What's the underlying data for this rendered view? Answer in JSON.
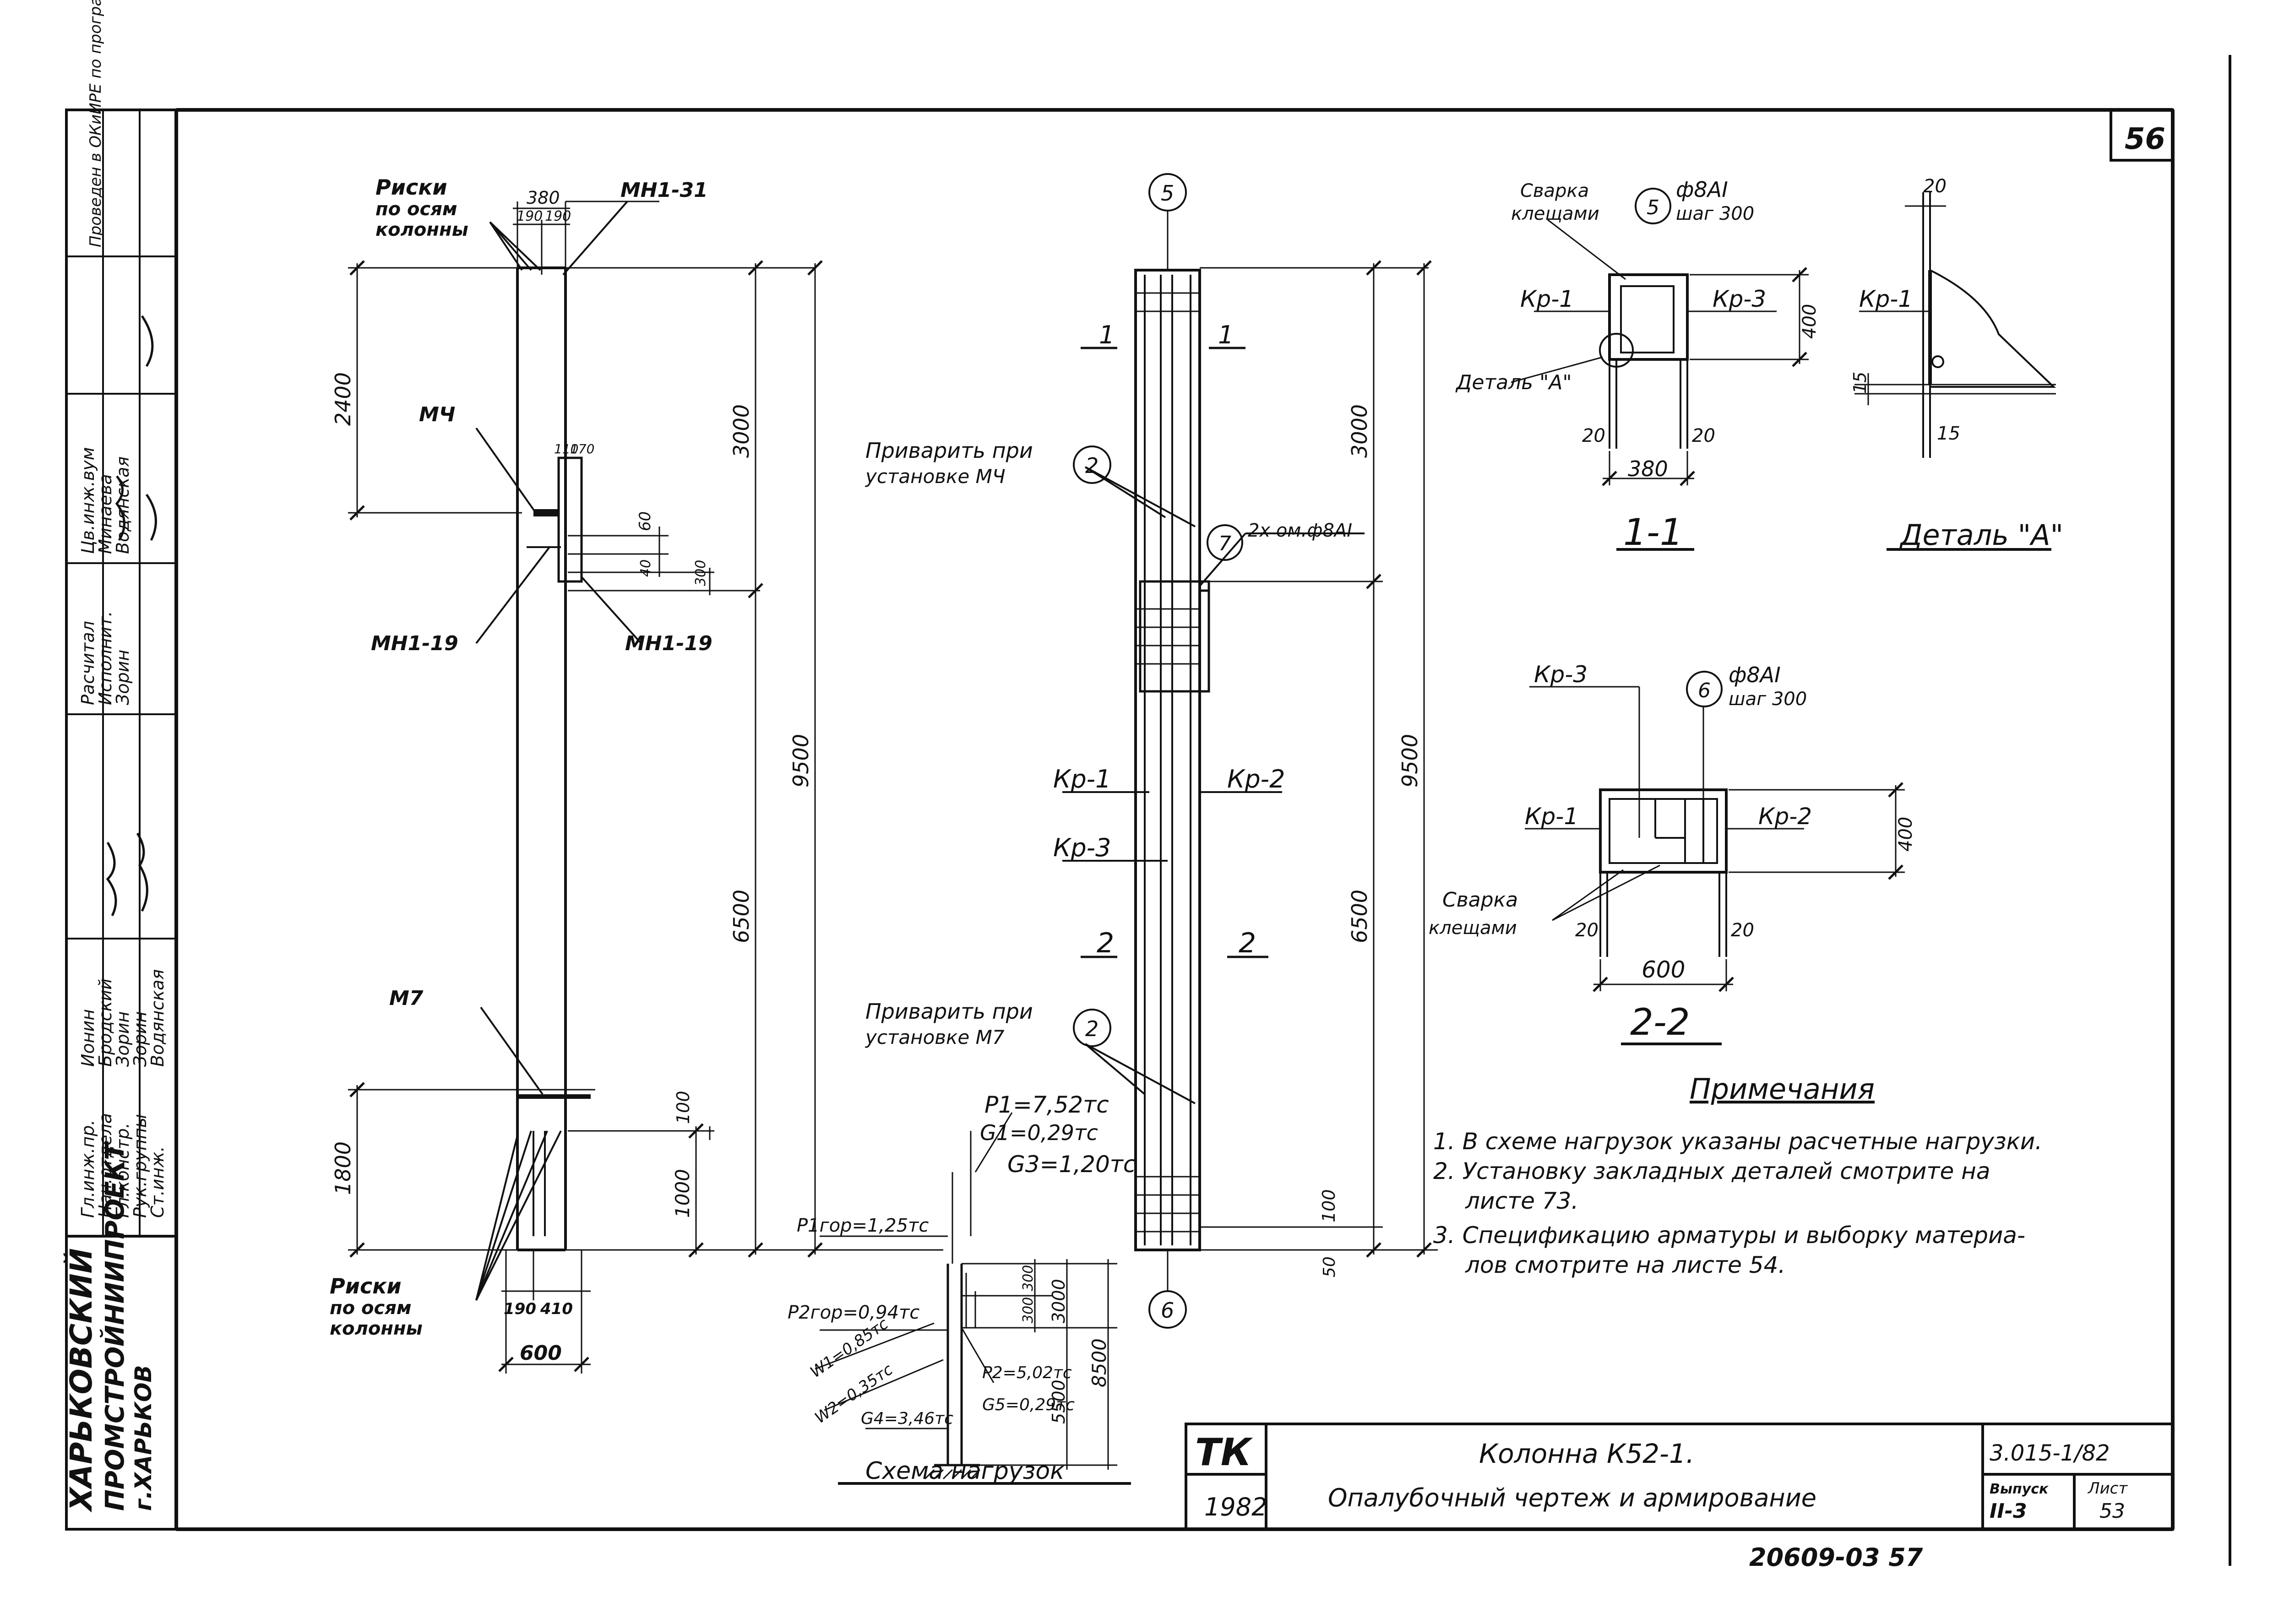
{
  "sheet": {
    "page_number": "56",
    "sheet_no": "53",
    "issue": "II-3",
    "designation": "3.015-1/82",
    "title_line1": "Колонна К52-1.",
    "title_line2": "Опалубочный чертеж и армирование",
    "org_mark": "ТК",
    "year": "1982",
    "archive_no": "20609-03  57",
    "vypusk_label": "Выпуск",
    "list_label": "Лист"
  },
  "side_stamp": {
    "org_line1": "ХАРЬКОВСКИЙ",
    "org_line2": "ПРОМСТРОЙНИИПРОЕКТ",
    "org_line3": "г.ХАРЬКОВ",
    "roles": [
      "Гл.инж.пр.",
      "Нач.отдела",
      "Гл.констр.",
      "Рук.группы",
      "Ст.инж."
    ],
    "names": [
      "Ионин",
      "Бродский",
      "Зорин",
      "Зорин",
      "Водянская"
    ],
    "roles2": [
      "Расчитал",
      "Исполнит."
    ],
    "names2": [
      "Зорин"
    ],
    "roles3": [
      "Цв.инж.вум"
    ],
    "names3": [
      "Минаева",
      "Водянская"
    ],
    "note": "Проведен в ОКиИРЕ по программе ИВС"
  },
  "formwork": {
    "risks_top": "Риски",
    "risks_top_sub1": "по осям",
    "risks_top_sub2": "колонны",
    "mn_top": "МН1-31",
    "mch": "МЧ",
    "mn_left": "МН1-19",
    "mn_right": "МН1-19",
    "m7": "М7",
    "risks_bot": "Риски",
    "risks_bot_sub1": "по осям",
    "risks_bot_sub2": "колонны",
    "dim_380": "380",
    "dim_190a": "190",
    "dim_190b": "190",
    "dim_2400": "2400",
    "dim_3000": "3000",
    "dim_9500": "9500",
    "dim_6500": "6500",
    "dim_1800": "1800",
    "dim_1000": "1000",
    "dim_100": "100",
    "dim_190c": "190",
    "dim_410": "410",
    "dim_600": "600",
    "dim_110": "110",
    "dim_170": "170",
    "dim_60": "60",
    "dim_40": "40",
    "dim_300": "300"
  },
  "reinforcement": {
    "pos5": "5",
    "pos6": "6",
    "pos7": "7",
    "pos2a": "2",
    "pos2b": "2",
    "cut1_left": "1",
    "cut1_right": "1",
    "cut2_left": "2",
    "cut2_right": "2",
    "weld_mch_1": "Приварить при",
    "weld_mch_2": "установке МЧ",
    "weld_m7_1": "Приварить при",
    "weld_m7_2": "установке М7",
    "clamp_note": "2х ом.ф8АI",
    "kr1": "Кр-1",
    "kr2": "Кр-2",
    "kr3": "Кр-3",
    "dim_3000": "3000",
    "dim_9500": "9500",
    "dim_6500": "6500",
    "dim_100": "100",
    "dim_50": "50"
  },
  "section11": {
    "weld1": "Сварка",
    "weld2": "клещами",
    "pos": "5",
    "bar": "ф8АI",
    "step": "шаг 300",
    "kr1": "Кр-1",
    "kr3": "Кр-3",
    "detail": "Деталь \"А\"",
    "dim_400": "400",
    "dim_20a": "20",
    "dim_20b": "20",
    "dim_380": "380",
    "title": "1-1"
  },
  "detailA": {
    "kr1": "Кр-1",
    "dim_20": "20",
    "dim_15a": "15",
    "dim_15b": "15",
    "title": "Деталь \"А\""
  },
  "section22": {
    "kr3": "Кр-3",
    "pos": "6",
    "bar": "ф8АI",
    "step": "шаг 300",
    "kr1": "Кр-1",
    "kr2": "Кр-2",
    "weld1": "Сварка",
    "weld2": "клещами",
    "dim_400": "400",
    "dim_20a": "20",
    "dim_20b": "20",
    "dim_600": "600",
    "title": "2-2"
  },
  "notes": {
    "heading": "Примечания",
    "items": [
      "1. В схеме нагрузок указаны расчетные нагрузки.",
      "2. Установку закладных деталей смотрите на",
      "листе 73.",
      "3. Спецификацию арматуры и выборку материа-",
      "лов смотрите на листе 54."
    ]
  },
  "loads": {
    "title": "Схема нагрузок",
    "p1": "P1=7,52тс",
    "g1": "G1=0,29тс",
    "g3": "G3=1,20тс",
    "p1gor": "P1гор=1,25тс",
    "p2gor": "P2гор=0,94тс",
    "w1": "W1=0,85тс",
    "w2": "W2=0,35тс",
    "g4": "G4=3,46тс",
    "p2": "P2=5,02тс",
    "g5": "G5=0,29тс",
    "dim_300a": "300",
    "dim_300b": "300",
    "dim_3000": "3000",
    "dim_5500": "5500",
    "dim_8500": "8500"
  }
}
